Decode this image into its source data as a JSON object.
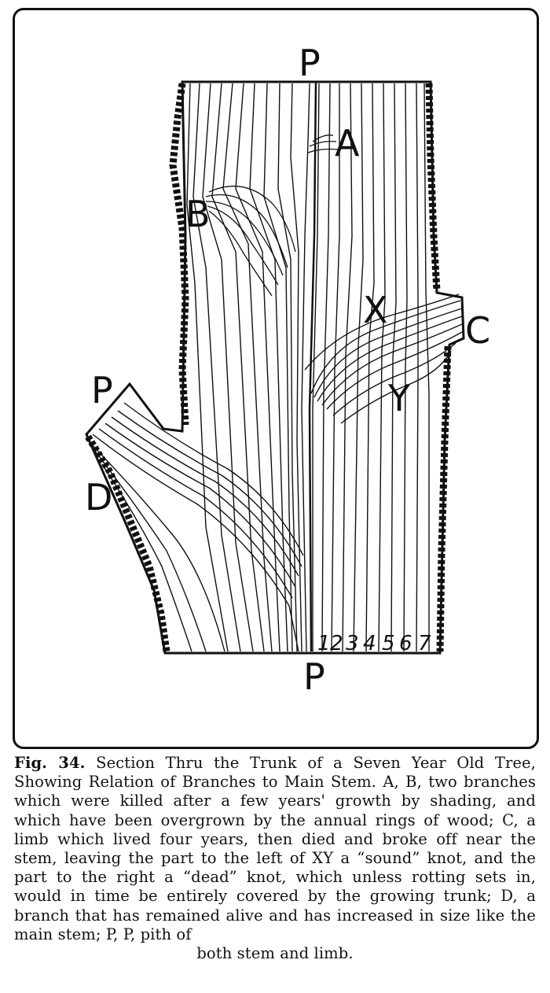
{
  "figure": {
    "labels": {
      "p_top": "P",
      "a": "A",
      "b": "B",
      "x": "X",
      "c": "C",
      "y": "Y",
      "p_left": "P",
      "d": "D",
      "p_bottom": "P"
    },
    "ring_numbers": [
      "1",
      "2",
      "3",
      "4",
      "5",
      "6",
      "7"
    ]
  },
  "caption": {
    "fig_number": "Fig. 34.",
    "title": "Section Thru the Trunk of a Seven Year Old Tree, Showing Relation of Branches to Main Stem.",
    "body": "A, B, two branches which were killed after a few years' growth by shading, and which have been overgrown by the annual rings of wood; C, a limb which lived four years, then died and broke off near the stem, leaving the part to the left of XY a “sound” knot, and the part to the right a “dead” knot, which unless rotting sets in, would in time be entirely covered by the growing trunk; D, a branch that has remained alive and has increased in size like the main stem; P, P, pith of",
    "last_line": "both stem and limb."
  }
}
